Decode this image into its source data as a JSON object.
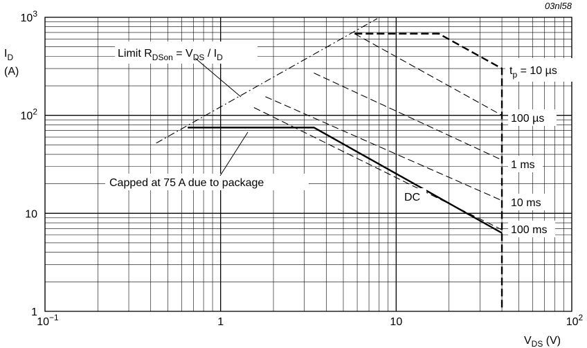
{
  "chart_data": {
    "type": "line",
    "title": "",
    "figure_id": "03nl58",
    "x_scale": "log",
    "y_scale": "log",
    "xlim": [
      0.1,
      100
    ],
    "ylim": [
      1,
      1000
    ],
    "grid": true,
    "x_ticks": [
      {
        "value": 0.1,
        "base": "10",
        "exp": "−1"
      },
      {
        "value": 1,
        "base": "1",
        "exp": ""
      },
      {
        "value": 10,
        "base": "10",
        "exp": ""
      },
      {
        "value": 100,
        "base": "10",
        "exp": "2"
      }
    ],
    "y_ticks": [
      {
        "value": 1,
        "base": "1",
        "exp": ""
      },
      {
        "value": 10,
        "base": "10",
        "exp": ""
      },
      {
        "value": 100,
        "base": "10",
        "exp": "2"
      },
      {
        "value": 1000,
        "base": "10",
        "exp": "3"
      }
    ],
    "xlabel": {
      "main": "V",
      "sub": "DS",
      "unit": " (V)"
    },
    "ylabel": {
      "main": "I",
      "sub": "D",
      "unit": "(A)"
    },
    "series": [
      {
        "label_key": "tp_10us",
        "style": "bold-dashed",
        "x": [
          5.8,
          17.5,
          40,
          40
        ],
        "y": [
          680,
          680,
          300,
          1
        ]
      },
      {
        "label_key": "tp_100us",
        "style": "dashed",
        "x": [
          5.8,
          40
        ],
        "y": [
          680,
          100
        ]
      },
      {
        "label_key": "tp_1ms",
        "style": "dashed",
        "x": [
          3.4,
          40
        ],
        "y": [
          270,
          35
        ]
      },
      {
        "label_key": "tp_10ms",
        "style": "dashed",
        "x": [
          1.8,
          40
        ],
        "y": [
          155,
          13.5
        ]
      },
      {
        "label_key": "tp_100ms",
        "style": "dashed",
        "x": [
          1.55,
          40
        ],
        "y": [
          120,
          6.8
        ]
      },
      {
        "label_key": "dc",
        "style": "solid-bold",
        "x": [
          0.65,
          3.4,
          40
        ],
        "y": [
          75,
          75,
          6.3
        ]
      },
      {
        "label_key": "rdson_limit",
        "style": "dash-dot",
        "x": [
          0.43,
          7.8
        ],
        "y": [
          52,
          970
        ]
      }
    ],
    "annotations": {
      "limit": {
        "pre": "Limit R",
        "sub1": "DSon",
        "mid1": " = V",
        "sub2": "DS",
        "mid2": " / I",
        "sub3": "D"
      },
      "tp_10us": {
        "pre": "t",
        "sub": "p",
        "post": " = 10 µs"
      },
      "tp_100us": "100 µs",
      "tp_1ms": "1 ms",
      "tp_10ms": "10 ms",
      "tp_100ms": "100 ms",
      "dc": "DC",
      "capped": "Capped at 75 A due to package"
    }
  }
}
